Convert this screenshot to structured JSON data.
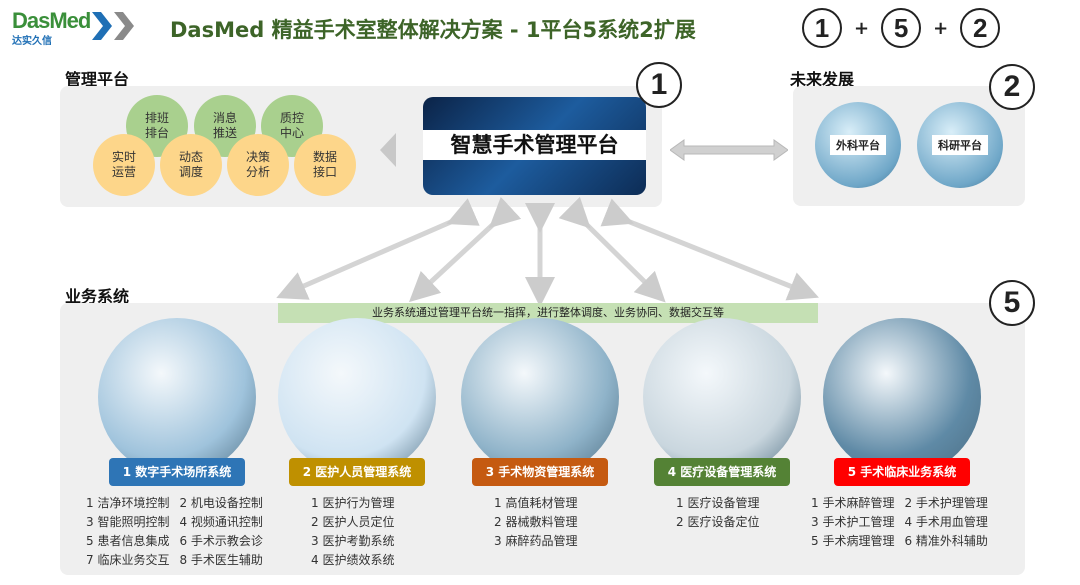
{
  "header": {
    "logo": "DasMed",
    "logo_sub": "达实久信",
    "title": "DasMed 精益手术室整体解决方案 - 1平台5系统2扩展",
    "formula": [
      "1",
      "+",
      "5",
      "+",
      "2"
    ]
  },
  "management": {
    "label": "管理平台",
    "number": "1",
    "green": [
      "排班\n排台",
      "消息\n推送",
      "质控\n中心"
    ],
    "orange": [
      "实时\n运营",
      "动态\n调度",
      "决策\n分析",
      "数据\n接口"
    ],
    "center": "智慧手术管理平台"
  },
  "future": {
    "label": "未来发展",
    "number": "2",
    "items": [
      "外科平台",
      "科研平台"
    ]
  },
  "business": {
    "label": "业务系统",
    "number": "5",
    "banner": "业务系统通过管理平台统一指挥，进行整体调度、业务协同、数据交互等",
    "systems": [
      {
        "name": "1 数字手术场所系统",
        "color": "#2e75b6",
        "photo": "#9fc3dc",
        "items": [
          "1 洁净环境控制",
          "2 机电设备控制",
          "3 智能照明控制",
          "4 视频通讯控制",
          "5 患者信息集成",
          "6 手术示教会诊",
          "7 临床业务交互",
          "8 手术医生辅助"
        ],
        "cols": 2
      },
      {
        "name": "2 医护人员管理系统",
        "color": "#bf9000",
        "photo": "#cfe3f2",
        "items": [
          "1 医护行为管理",
          "2 医护人员定位",
          "3 医护考勤系统",
          "4 医护绩效系统"
        ],
        "cols": 1
      },
      {
        "name": "3 手术物资管理系统",
        "color": "#c55a11",
        "photo": "#8fb3c9",
        "items": [
          "1 高值耗材管理",
          "2 器械敷料管理",
          "3 麻醉药品管理"
        ],
        "cols": 1
      },
      {
        "name": "4 医疗设备管理系统",
        "color": "#548235",
        "photo": "#c9d6de",
        "items": [
          "1 医疗设备管理",
          "2 医疗设备定位"
        ],
        "cols": 1
      },
      {
        "name": "5 手术临床业务系统",
        "color": "#ff0000",
        "photo": "#5f8aa6",
        "items": [
          "1 手术麻醉管理",
          "2 手术护理管理",
          "3 手术护工管理",
          "4 手术用血管理",
          "5 手术病理管理",
          "6 精准外科辅助"
        ],
        "cols": 2
      }
    ]
  }
}
